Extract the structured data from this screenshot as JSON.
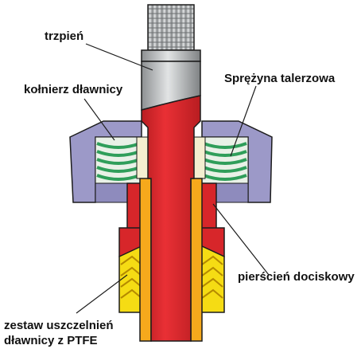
{
  "labels": {
    "stem": "trzpień",
    "gland_flange": "kołnierz dławnicy",
    "disc_spring": "Sprężyna talerzowa",
    "pressure_ring": "pierścień dociskowy",
    "ptfe_set_line1": "zestaw uszczelnień",
    "ptfe_set_line2": "dławnicy z PTFE"
  },
  "colors": {
    "stem_red": "#e3262b",
    "stem_grey": "#b9bcbe",
    "flange_purple": "#9c99c8",
    "spring_green": "#2f9e5a",
    "ptfe_yellow": "#f5dc14",
    "orange_sleeve": "#f6a91c",
    "cream": "#f4eed0",
    "outline": "#1c1c1c"
  }
}
